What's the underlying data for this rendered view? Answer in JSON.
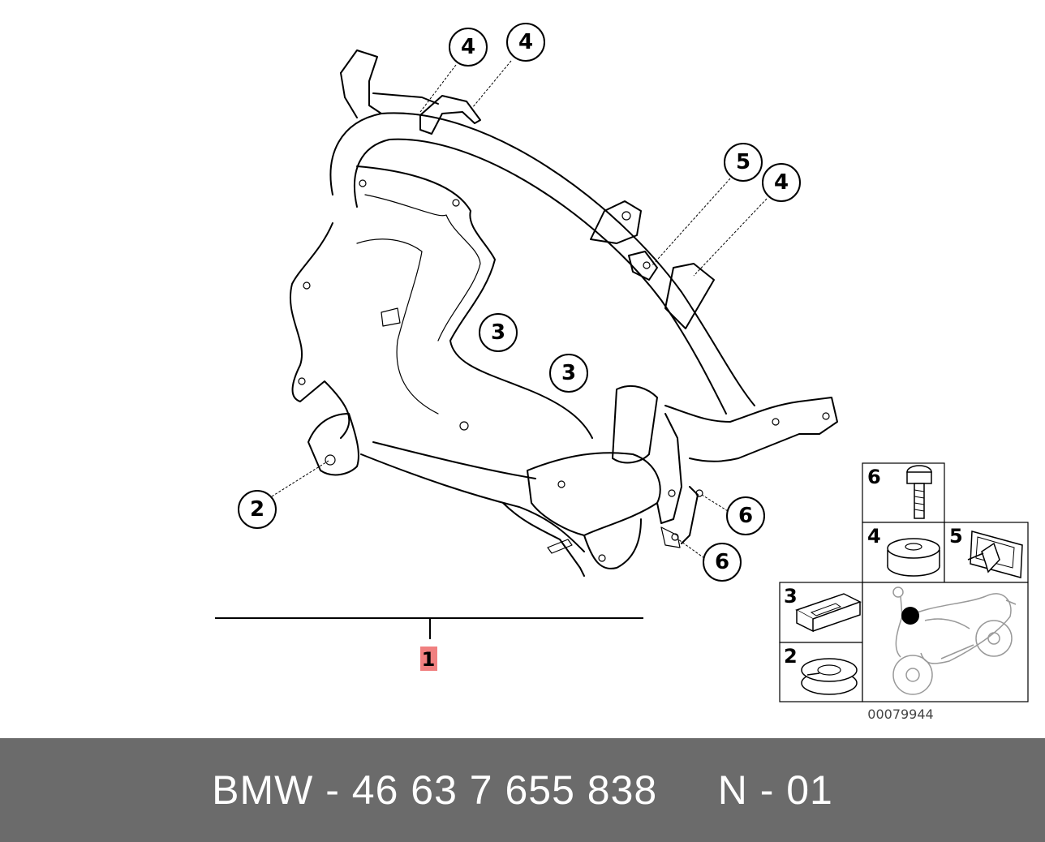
{
  "callouts": {
    "c1": "1",
    "c2": "2",
    "c3a": "3",
    "c3b": "3",
    "c4a": "4",
    "c4b": "4",
    "c4c": "4",
    "c5": "5",
    "c6a": "6",
    "c6b": "6"
  },
  "legend": {
    "t6": "6",
    "t4": "4",
    "t5": "5",
    "t3": "3",
    "t2": "2"
  },
  "figure_number": "00079944",
  "footer": {
    "brand": "BMW",
    "sep1": " - ",
    "part_number": "46 63 7 655 838",
    "gap": "     ",
    "variant": "N - 01"
  },
  "colors": {
    "footer_bg": "#6b6b6b",
    "part1_highlight": "#f08080"
  }
}
